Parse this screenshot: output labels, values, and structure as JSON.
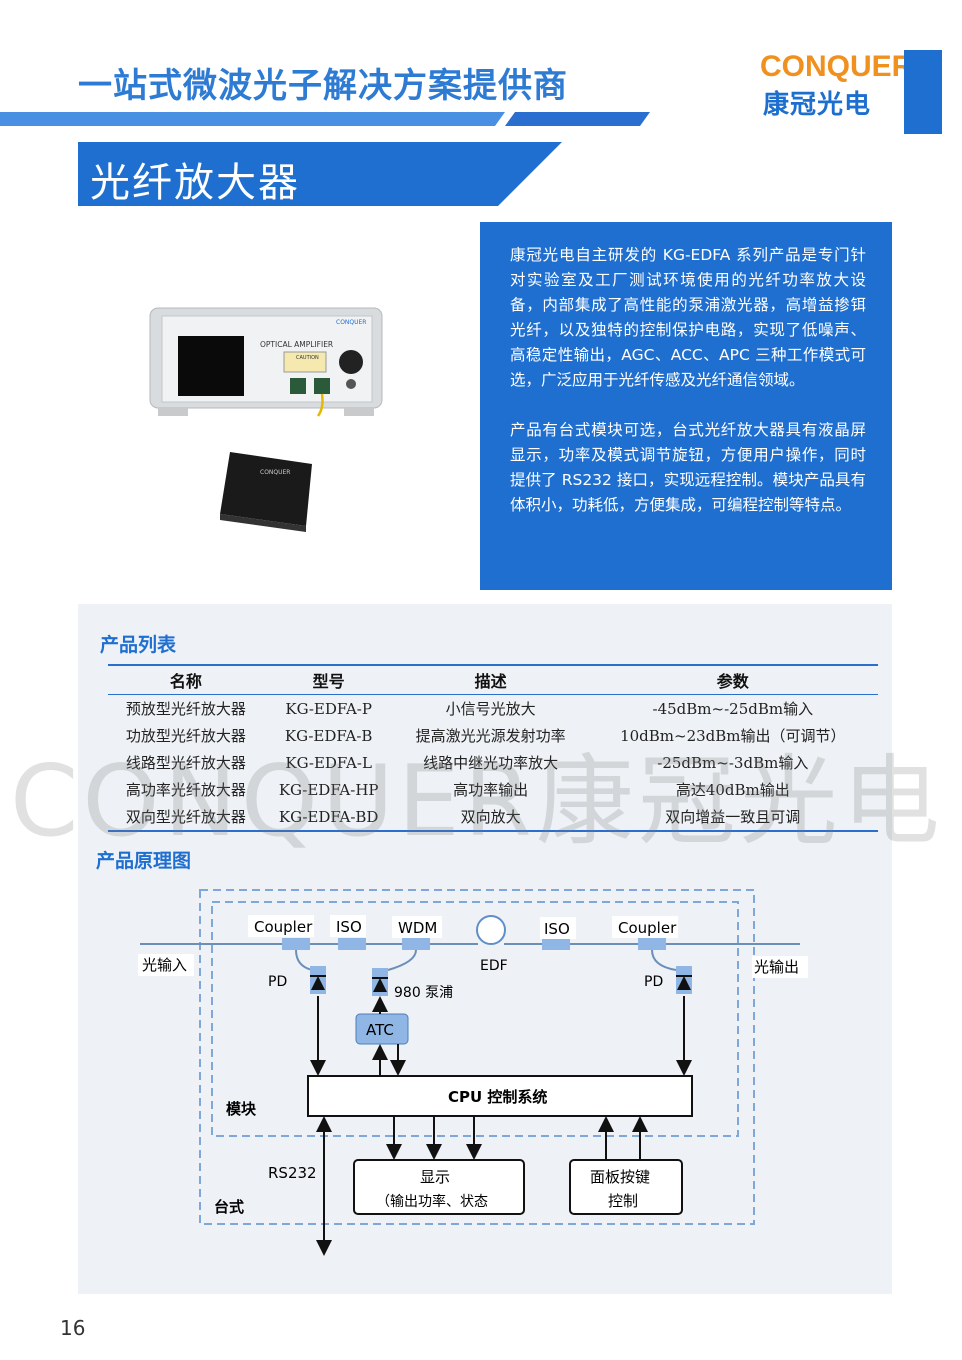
{
  "header": {
    "tagline": "一站式微波光子解决方案提供商",
    "logo_en": "CONQUER",
    "logo_cn": "康冠光电"
  },
  "title": "光纤放大器",
  "device1": {
    "label": "OPTICAL AMPLIFIER",
    "caution": "CAUTION",
    "brand": "CONQUER"
  },
  "device2": {
    "brand": "CONQUER"
  },
  "intro": {
    "p1": "康冠光电自主研发的 KG-EDFA 系列产品是专门针对实验室及工厂测试环境使用的光纤功率放大设备，内部集成了高性能的泵浦激光器，高增益掺铒光纤，以及独特的控制保护电路，实现了低噪声、高稳定性输出，AGC、ACC、APC 三种工作模式可选，广泛应用于光纤传感及光纤通信领域。",
    "p2": "产品有台式模块可选，台式光纤放大器具有液晶屏显示，功率及模式调节旋钮，方便用户操作，同时提供了 RS232 接口，实现远程控制。模块产品具有体积小，功耗低，方便集成，可编程控制等特点。"
  },
  "product_list": {
    "title": "产品列表",
    "headers": [
      "名称",
      "型号",
      "描述",
      "参数"
    ],
    "rows": [
      [
        "预放型光纤放大器",
        "KG-EDFA-P",
        "小信号光放大",
        "-45dBm~-25dBm输入"
      ],
      [
        "功放型光纤放大器",
        "KG-EDFA-B",
        "提高激光光源发射功率",
        "10dBm~23dBm输出（可调节）"
      ],
      [
        "线路型光纤放大器",
        "KG-EDFA-L",
        "线路中继光功率放大",
        "-25dBm~-3dBm输入"
      ],
      [
        "高功率光纤放大器",
        "KG-EDFA-HP",
        "高功率输出",
        "高达40dBm输出"
      ],
      [
        "双向型光纤放大器",
        "KG-EDFA-BD",
        "双向放大",
        "双向增益一致且可调"
      ]
    ]
  },
  "diagram": {
    "title": "产品原理图",
    "coupler1": "Coupler",
    "iso1": "ISO",
    "wdm": "WDM",
    "edf": "EDF",
    "iso2": "ISO",
    "coupler2": "Coupler",
    "input": "光输入",
    "output": "光输出",
    "pd1": "PD",
    "pd2": "PD",
    "pump": "980 泵浦",
    "atc": "ATC",
    "module": "模块",
    "cpu": "CPU 控制系统",
    "rs232": "RS232",
    "desktop": "台式",
    "display_line1": "显示",
    "display_line2": "（输出功率、状态",
    "panel_line1": "面板按键",
    "panel_line2": "控制"
  },
  "watermark": "CONQUER康冠光电",
  "page_number": "16",
  "colors": {
    "brand_blue": "#1e6fd0",
    "logo_orange": "#f0901e",
    "gray_panel": "#eef1f5"
  }
}
